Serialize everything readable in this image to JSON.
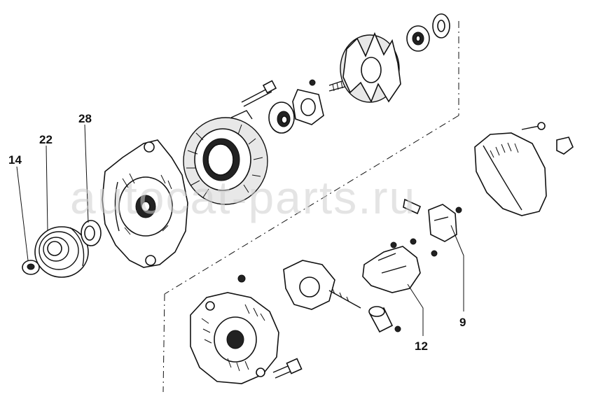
{
  "watermark": "autocat-parts.ru",
  "callouts": [
    {
      "id": "14",
      "label": "14"
    },
    {
      "id": "22",
      "label": "22"
    },
    {
      "id": "28",
      "label": "28"
    },
    {
      "id": "9",
      "label": "9"
    },
    {
      "id": "12",
      "label": "12"
    }
  ]
}
